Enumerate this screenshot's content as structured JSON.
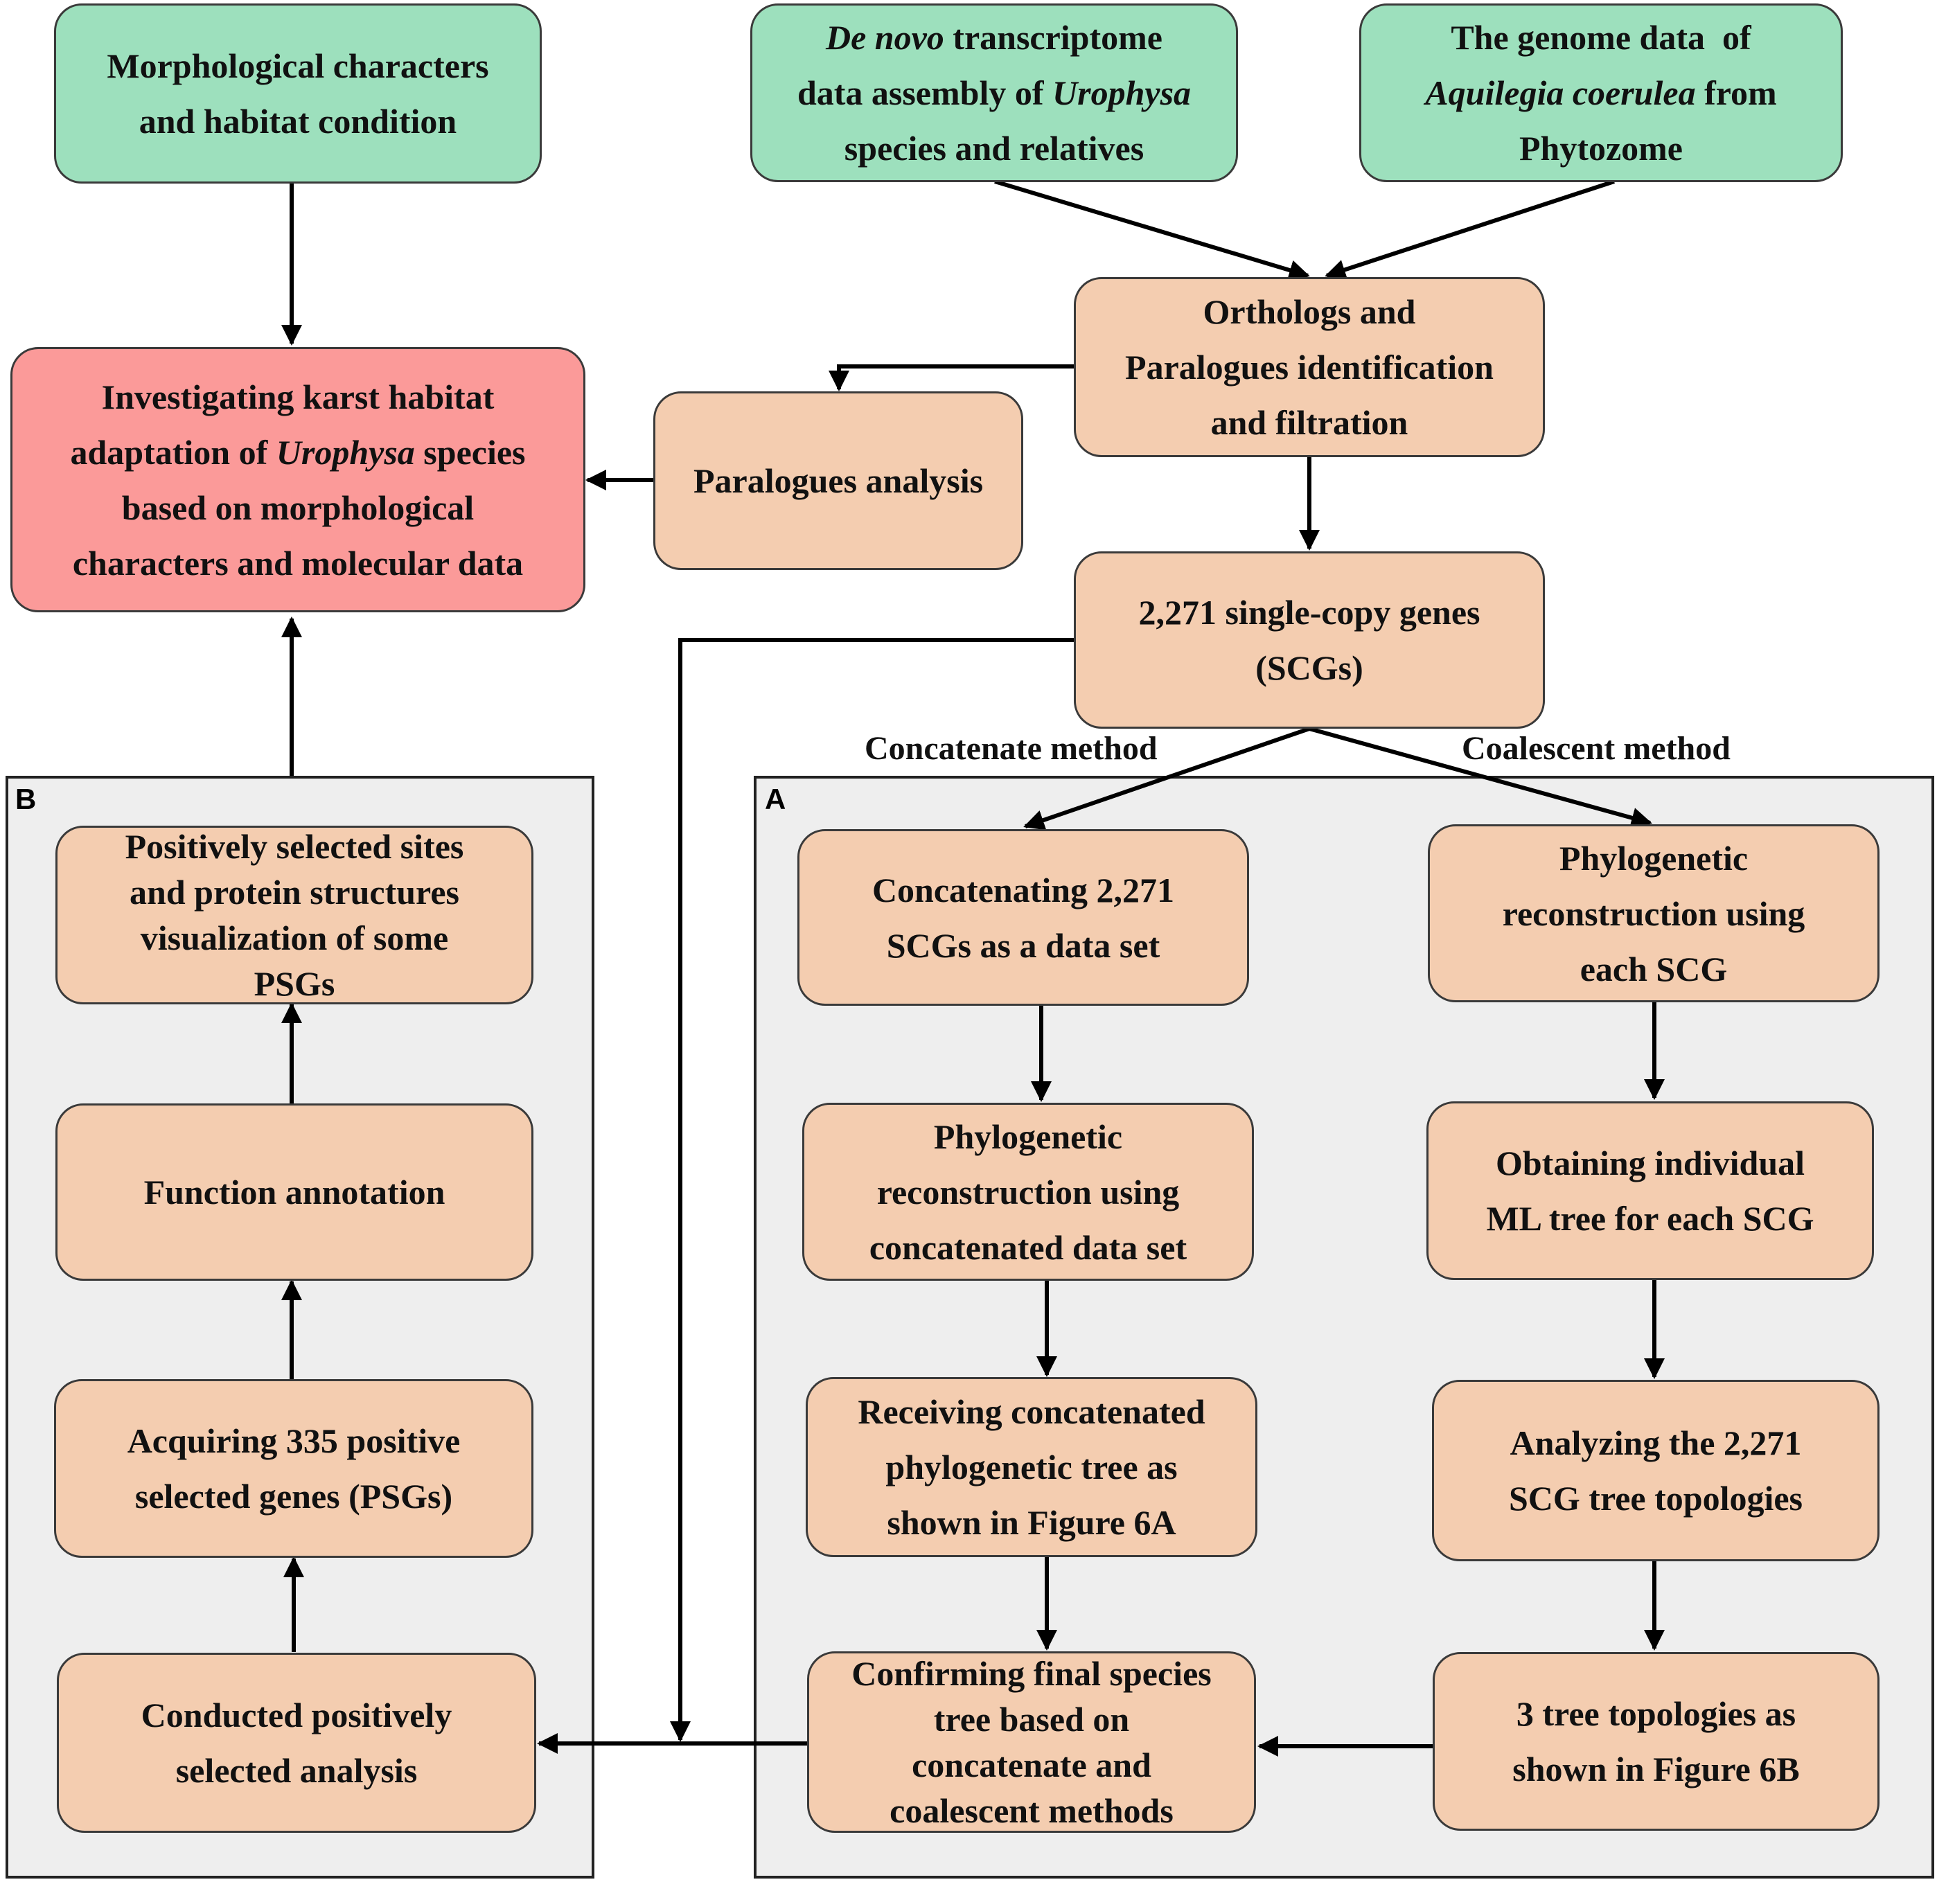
{
  "panels": {
    "a_label": "A",
    "b_label": "B"
  },
  "methods": {
    "concatenate": "Concatenate method",
    "coalescent": "Coalescent method"
  },
  "nodes": {
    "morph": {
      "lines": [
        "Morphological characters",
        "and habitat condition"
      ]
    },
    "denovo": {
      "lines": [
        [
          {
            "t": "De novo",
            "i": true
          },
          {
            "t": " transcriptome"
          }
        ],
        "data assembly of ",
        "species and relatives"
      ],
      "italic_word": "Urophysa"
    },
    "genome": {
      "lines": [
        "The genome data  of",
        "",
        "Phytozome"
      ],
      "italic_phrase": "Aquilegia coerulea",
      "after_italic": " from"
    },
    "investigate": {
      "lines": [
        "Investigating karst habitat",
        "adaptation of ",
        "based on morphological",
        "characters and molecular data"
      ],
      "italic_word": "Urophysa",
      "after_italic": " species"
    },
    "orthologs": {
      "lines": [
        "Orthologs and",
        "Paralogues identification",
        "and filtration"
      ]
    },
    "paralogues": {
      "lines": [
        "Paralogues analysis"
      ]
    },
    "scg": {
      "lines": [
        "2,271 single-copy genes",
        "(SCGs)"
      ]
    },
    "concat_set": {
      "lines": [
        "Concatenating 2,271",
        "SCGs as a data set"
      ]
    },
    "phylo_each": {
      "lines": [
        "Phylogenetic",
        "reconstruction using",
        "each SCG"
      ]
    },
    "phylo_concat": {
      "lines": [
        "Phylogenetic",
        "reconstruction using",
        "concatenated data set"
      ]
    },
    "ml_tree": {
      "lines": [
        "Obtaining individual",
        "ML tree for each SCG"
      ]
    },
    "receiving": {
      "lines": [
        "Receiving concatenated",
        "phylogenetic tree as",
        "shown in Figure 6A"
      ]
    },
    "analyzing": {
      "lines": [
        "Analyzing the 2,271",
        "SCG tree topologies"
      ]
    },
    "confirming": {
      "lines": [
        "Confirming final species",
        "tree based on",
        "concatenate and",
        "coalescent methods"
      ]
    },
    "three_topo": {
      "lines": [
        "3 tree topologies as",
        "shown in Figure 6B"
      ]
    },
    "positive_sites": {
      "lines": [
        "Positively selected sites",
        "and protein structures",
        "visualization of some",
        "PSGs"
      ]
    },
    "function": {
      "lines": [
        "Function annotation"
      ]
    },
    "acquiring": {
      "lines": [
        "Acquiring 335 positive",
        "selected genes (PSGs)"
      ]
    },
    "conducted": {
      "lines": [
        "Conducted positively",
        "selected analysis"
      ]
    }
  },
  "colors": {
    "input_green": "#9de0bd",
    "process_peach": "#f4cdb0",
    "goal_red": "#fb9a99",
    "panel_gray": "#eeeeee"
  }
}
